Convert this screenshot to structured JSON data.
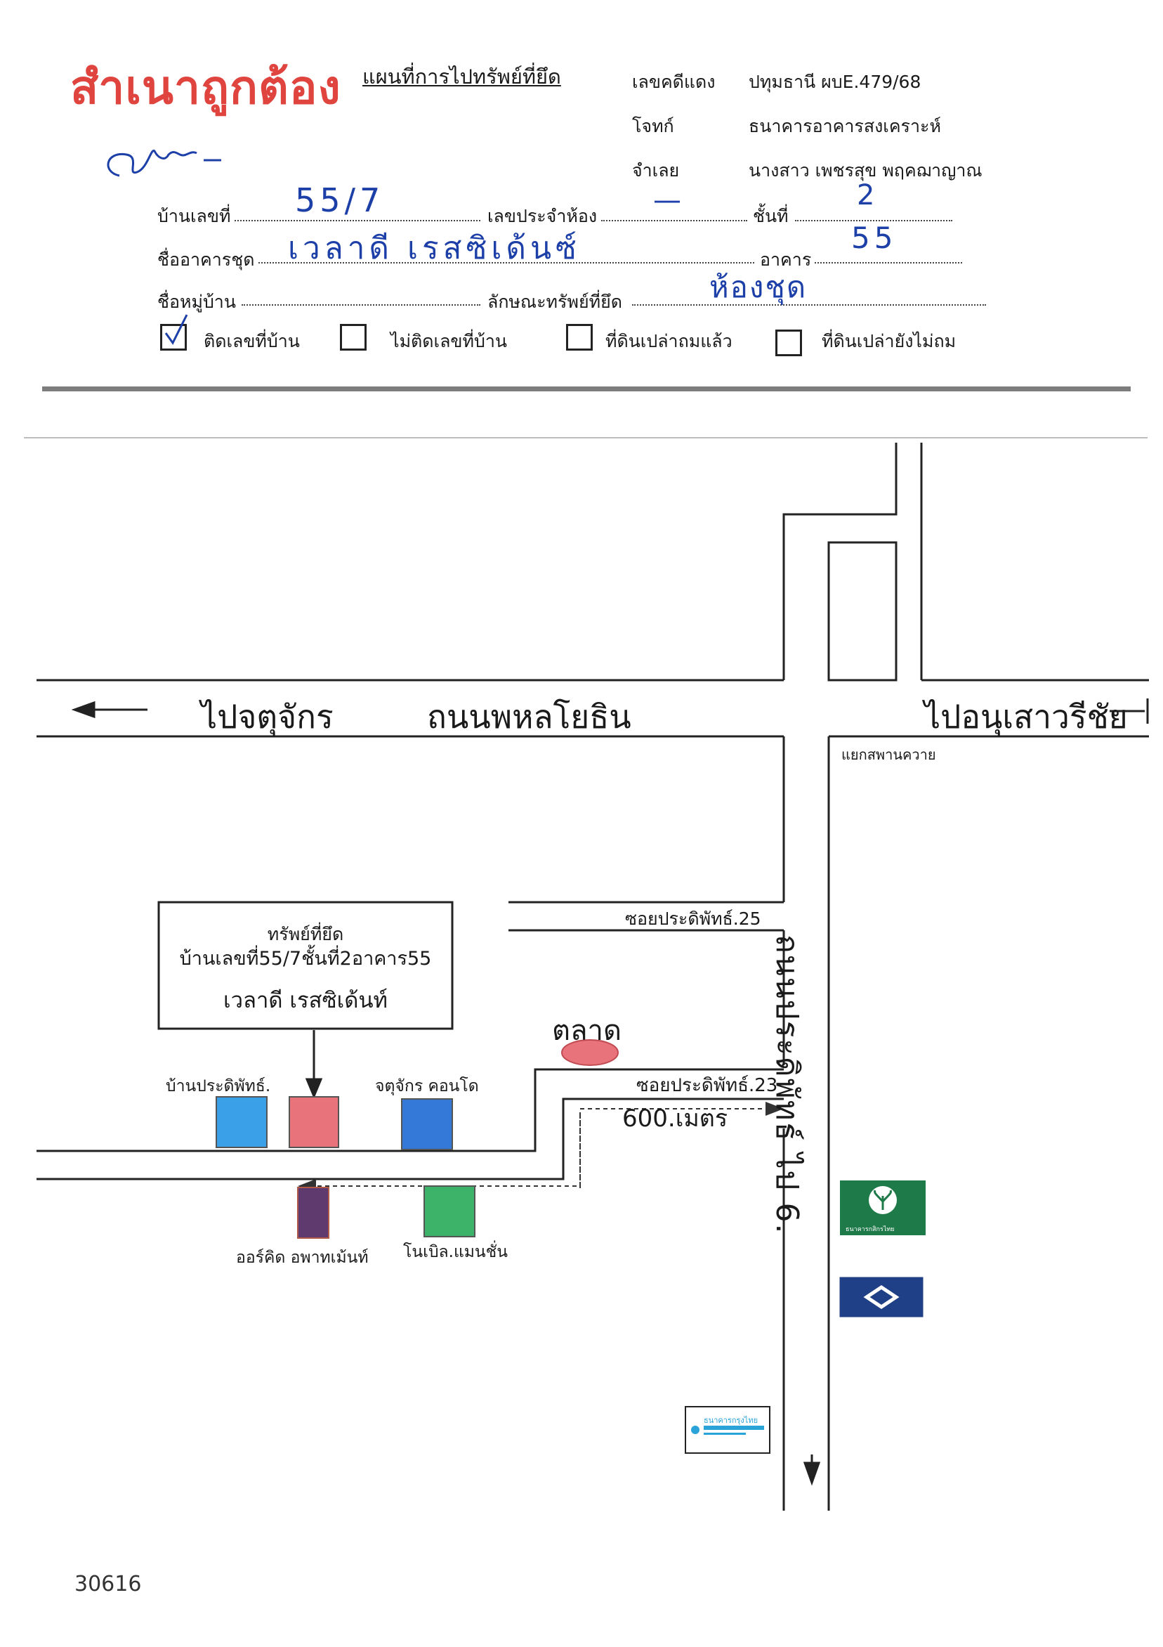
{
  "stamp": {
    "text": "สำเนาถูกต้อง",
    "color": "#e0443f"
  },
  "document": {
    "title": "แผนที่การไปทรัพย์ที่ยึด",
    "number": "30616"
  },
  "case_info": [
    {
      "label": "เลขคดีแดง",
      "value": "ปทุมธานี ผบE.479/68"
    },
    {
      "label": "โจทก์",
      "value": "ธนาคารอาคารสงเคราะห์"
    },
    {
      "label": "จำเลย",
      "value": "นางสาว เพชรสุข พฤคฌาญาณ"
    }
  ],
  "fields": {
    "house_no": {
      "label": "บ้านเลขที่",
      "value": "55/7"
    },
    "room_no": {
      "label": "เลขประจำห้อง",
      "value": "—"
    },
    "floor": {
      "label": "ชั้นที่",
      "value": "2"
    },
    "building_name": {
      "label": "ชื่ออาคารชุด",
      "value": "เวลาดี เรสซิเด้นซ์"
    },
    "building": {
      "label": "อาคาร",
      "value": "55"
    },
    "village": {
      "label": "ชื่อหมู่บ้าน",
      "value": ""
    },
    "property_type": {
      "label": "ลักษณะทรัพย์ที่ยึด",
      "value": "ห้องชุด"
    }
  },
  "checkboxes": [
    {
      "label": "ติดเลขที่บ้าน",
      "checked": true
    },
    {
      "label": "ไม่ติดเลขที่บ้าน",
      "checked": false
    },
    {
      "label": "ที่ดินเปล่าถมแล้ว",
      "checked": false
    },
    {
      "label": "ที่ดินเปล่ายังไม่ถม",
      "checked": false
    }
  ],
  "map": {
    "to_left": "ไปจตุจักร",
    "main_road": "ถนนพหลโยธิน",
    "to_right": "ไปอนุเสาวรีชัย",
    "intersection": "แยกสพานควาย",
    "soi_25": "ซอยประดิพัทธ์.25",
    "soi_23": "ซอยประดิพัทธ์.23",
    "distance": "600.เมตร",
    "market": "ตลาด",
    "side_road": "ถนนประดิพัทธ์ ไป 6.",
    "target_box": {
      "line1": "ทรัพย์ที่ยึด",
      "line2": "บ้านเลขที่55/7ชั้นที่2อาคาร55",
      "line3": "เวลาดี เรสซิเด้นท์"
    },
    "landmarks": {
      "baan_pradipat": "บ้านประดิพัทธ์.",
      "jatujak_condo": "จตุจักร คอนโด",
      "orchid": "ออร์คิด อพาทเม้นท์",
      "noble": "โนเบิล.แมนชั่น"
    },
    "bank_labels": {
      "kbank": "ธนาคารกสิกรไทย",
      "krungthai": "ธนาคารกรุงไทย"
    },
    "colors": {
      "target": "#e8737a",
      "baan_pradipat": "#3aa0e8",
      "jatujak": "#3579d8",
      "orchid": "#5e3a6e",
      "noble": "#3db36a",
      "market": "#e8737a",
      "kbank": "#1f7a4a",
      "bbl": "#1f3f86"
    }
  }
}
